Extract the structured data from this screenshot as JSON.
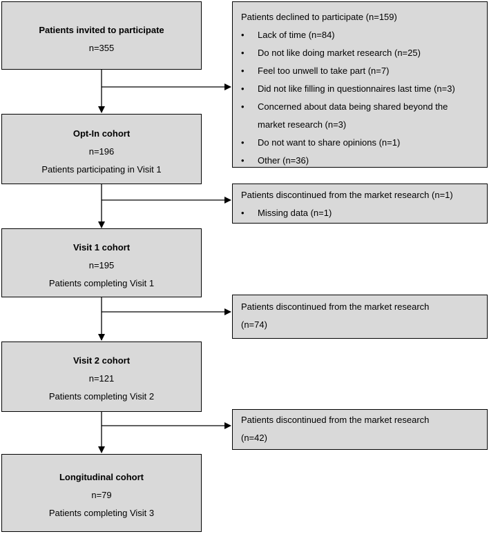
{
  "cohorts": [
    {
      "title": "Patients invited to participate",
      "n": "n=355",
      "desc": ""
    },
    {
      "title": "Opt-In cohort",
      "n": "n=196",
      "desc": "Patients participating in Visit 1"
    },
    {
      "title": "Visit 1 cohort",
      "n": "n=195",
      "desc": "Patients completing Visit 1"
    },
    {
      "title": "Visit 2 cohort",
      "n": "n=121",
      "desc": "Patients completing Visit 2"
    },
    {
      "title": "Longitudinal cohort",
      "n": "n=79",
      "desc": "Patients completing Visit 3"
    }
  ],
  "exclusions": [
    {
      "header": "Patients declined to participate (n=159)",
      "bullet": "•",
      "reasons": [
        {
          "line1": "Lack of time (n=84)",
          "line2": ""
        },
        {
          "line1": "Do not like doing market research (n=25)",
          "line2": ""
        },
        {
          "line1": "Feel too unwell to take part (n=7)",
          "line2": ""
        },
        {
          "line1": "Did not like filling in questionnaires last time (n=3)",
          "line2": ""
        },
        {
          "line1": "Concerned about data being shared beyond the",
          "line2": "market research (n=3)"
        },
        {
          "line1": "Do not want to share opinions (n=1)",
          "line2": ""
        },
        {
          "line1": "Other (n=36)",
          "line2": ""
        }
      ]
    },
    {
      "header": "Patients discontinued from the market research (n=1)",
      "bullet": "•",
      "reasons": [
        {
          "line1": "Missing data (n=1)",
          "line2": ""
        }
      ]
    },
    {
      "header": "Patients discontinued from the market research",
      "header2": "(n=74)",
      "reasons": []
    },
    {
      "header": "Patients discontinued from the market research",
      "header2": "(n=42)",
      "reasons": []
    }
  ]
}
